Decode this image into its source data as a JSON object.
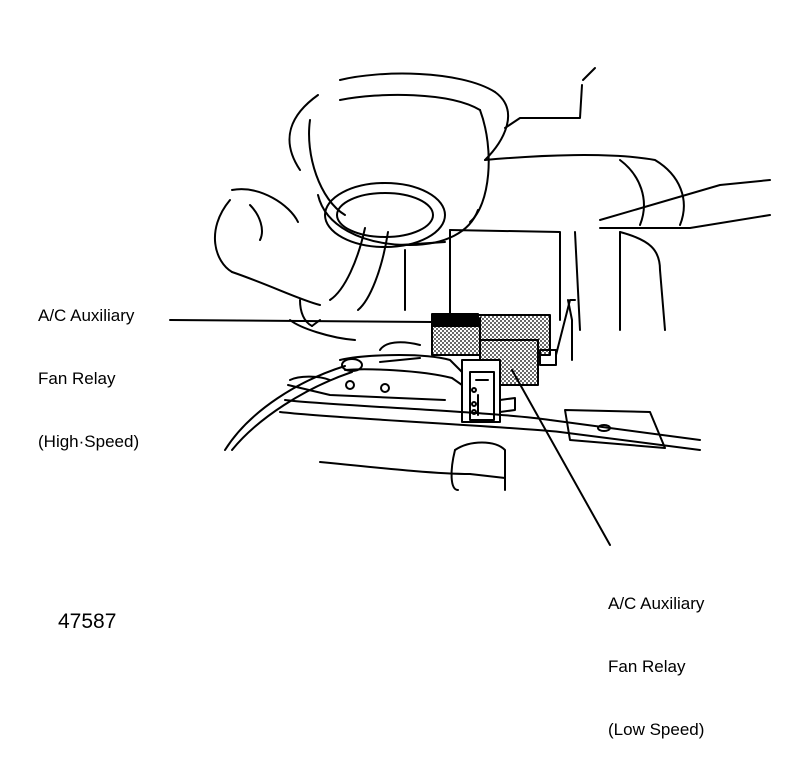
{
  "labels": {
    "high_speed_relay": [
      "A/C Auxiliary",
      "Fan Relay",
      "(High·Speed)"
    ],
    "low_speed_relay": [
      "A/C Auxiliary",
      "Fan Relay",
      "(Low Speed)"
    ]
  },
  "figure_number": "47587",
  "colors": {
    "ink": "#000000",
    "paper": "#ffffff"
  }
}
